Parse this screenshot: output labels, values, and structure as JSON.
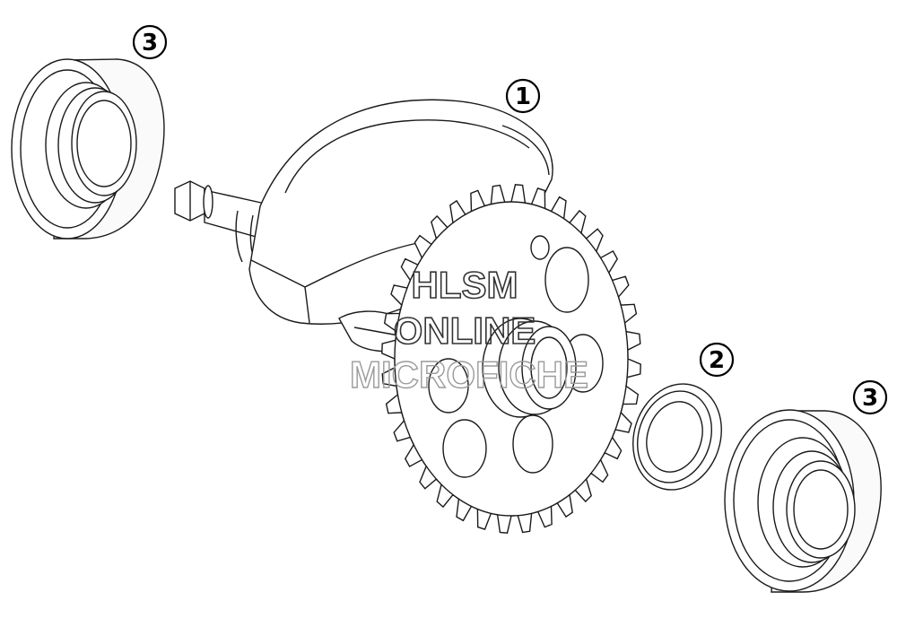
{
  "callouts": {
    "crankshaft": "1",
    "shim": "2",
    "bearing_left": "3",
    "bearing_right": "3"
  },
  "watermark": {
    "line1": "HLSM",
    "line2": "ONLINE",
    "line3": "MICROFICHE"
  },
  "colors": {
    "line": "#1a1a1a",
    "part_fill": "#ffffff",
    "shade": "#f2f2f2",
    "watermark_dark": "#333333",
    "watermark_light": "#9a9a9a"
  }
}
